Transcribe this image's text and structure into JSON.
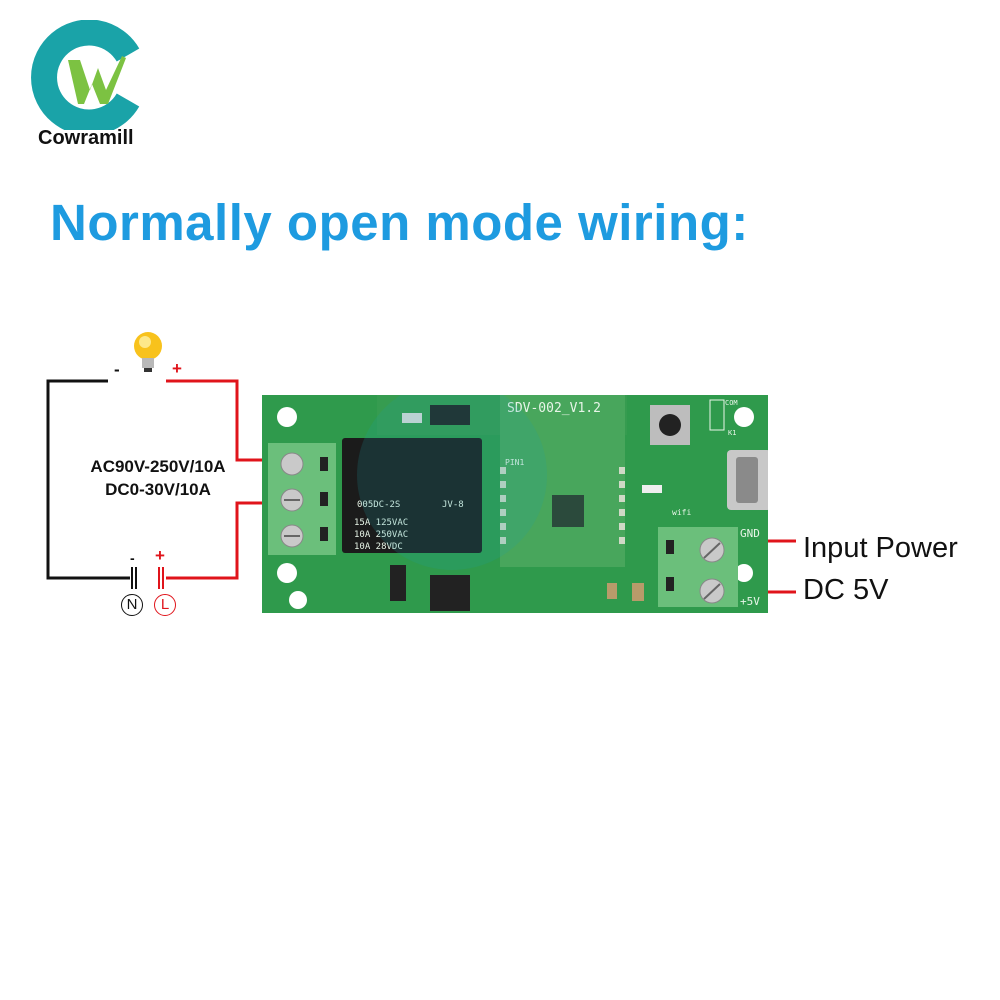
{
  "brand": {
    "name": "Cowramill",
    "logo_letter": "W",
    "colors": {
      "teal": "#1aa3a8",
      "green": "#7cc242"
    }
  },
  "title": "Normally open mode wiring:",
  "load_circuit": {
    "spec_ac": "AC90V-250V/10A",
    "spec_dc": "DC0-30V/10A",
    "bulb_minus": "-",
    "bulb_plus": "+",
    "source_minus": "-",
    "source_plus": "+",
    "neutral": "N",
    "live": "L",
    "wire_colors": {
      "neutral": "#111111",
      "live": "#e0141b"
    }
  },
  "board": {
    "model": "SDV-002_V1.2",
    "relay_text": [
      "005DC-2S",
      "JV-8",
      "15A 125VAC",
      "10A 250VAC",
      "10A 28VDC"
    ],
    "pin_labels": {
      "gnd": "GND",
      "plus5v": "+5V",
      "com": "COM",
      "k1": "K1",
      "wifi": "wifi",
      "pin1": "PIN1"
    }
  },
  "power": {
    "label_1": "Input Power",
    "label_2": "DC 5V"
  }
}
